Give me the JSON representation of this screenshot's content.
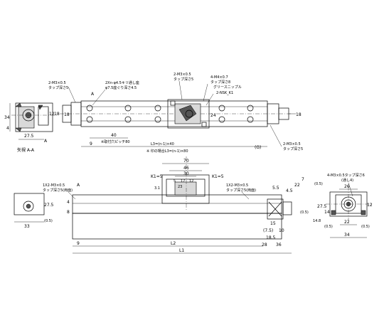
{
  "left_section": {
    "label_a": "A",
    "dims": {
      "h34": "34",
      "d12": "12",
      "d18": "18",
      "w275": "27.5",
      "m4": "4"
    },
    "caption": "矢視 A-A"
  },
  "top_view": {
    "callouts": {
      "tap_left_1": "2-M3×0.5",
      "tap_left_2": "タップ深さ5",
      "holes_1": "2Xn-φ4.5キリ通し座",
      "holes_2": "φ7.5座ぐり深さ4.5",
      "tap_center_1": "2-M3×0.5",
      "tap_center_2": "タップ深さ5",
      "tap_right_1": "4-M4×0.7",
      "tap_right_2": "タップ深さ8",
      "grease": "グリースニップル",
      "nsk": "2-NSK_K1",
      "tap_br_1": "2-M3×0.5",
      "tap_br_2": "タップ深さ5"
    },
    "dims": {
      "d40": "40",
      "pitch_note": "※取付穴ピッチ80",
      "l3_40": "L3=(n-1)×40",
      "l3_80": "※ 印の場合L3=(n-1)×80",
      "d9": "9",
      "g_paren": "(G)",
      "d24": "24",
      "d18": "18",
      "d18b": "18"
    },
    "label_a": "A"
  },
  "front_view": {
    "callouts": {
      "tap_left_1": "1X2-M3×0.5",
      "tap_left_2": "タップ深さ5(両面)",
      "tap_right_1": "1X2-M3×0.5",
      "tap_right_2": "タップ深さ5(両面)"
    },
    "dims": {
      "d70": "70",
      "d46": "46",
      "d30": "30",
      "d17": "17",
      "d12": "12",
      "d23": "23",
      "d5": "5",
      "d34": "3.1",
      "k1l": "K1=5",
      "k1r": "K1=5",
      "d55": "5.5",
      "d45": "4.5",
      "d22": "22",
      "d7": "7",
      "d275": "27.5",
      "d4": "4",
      "d8": "8",
      "d9": "9",
      "d15": "15",
      "d75": "(7.5)",
      "d10": "10",
      "d185": "18.5",
      "d28": "28",
      "d36": "36",
      "l2": "L2",
      "l1": "L1",
      "label_a": "A",
      "d05": "(0.5)",
      "d33": "33",
      "d05b": "(0.5)"
    }
  },
  "end_view": {
    "callouts": {
      "tap_1": "4-M3×0.5タップ深さ6",
      "tap_2": "(通し4)"
    },
    "dims": {
      "d26": "26",
      "d12": "12",
      "d275": "27.5",
      "d14": "14",
      "d148": "14.8",
      "d22": "22",
      "d34": "34",
      "d05a": "(0.5)",
      "d05b": "(0.5)",
      "d05c": "(0.5)"
    }
  }
}
